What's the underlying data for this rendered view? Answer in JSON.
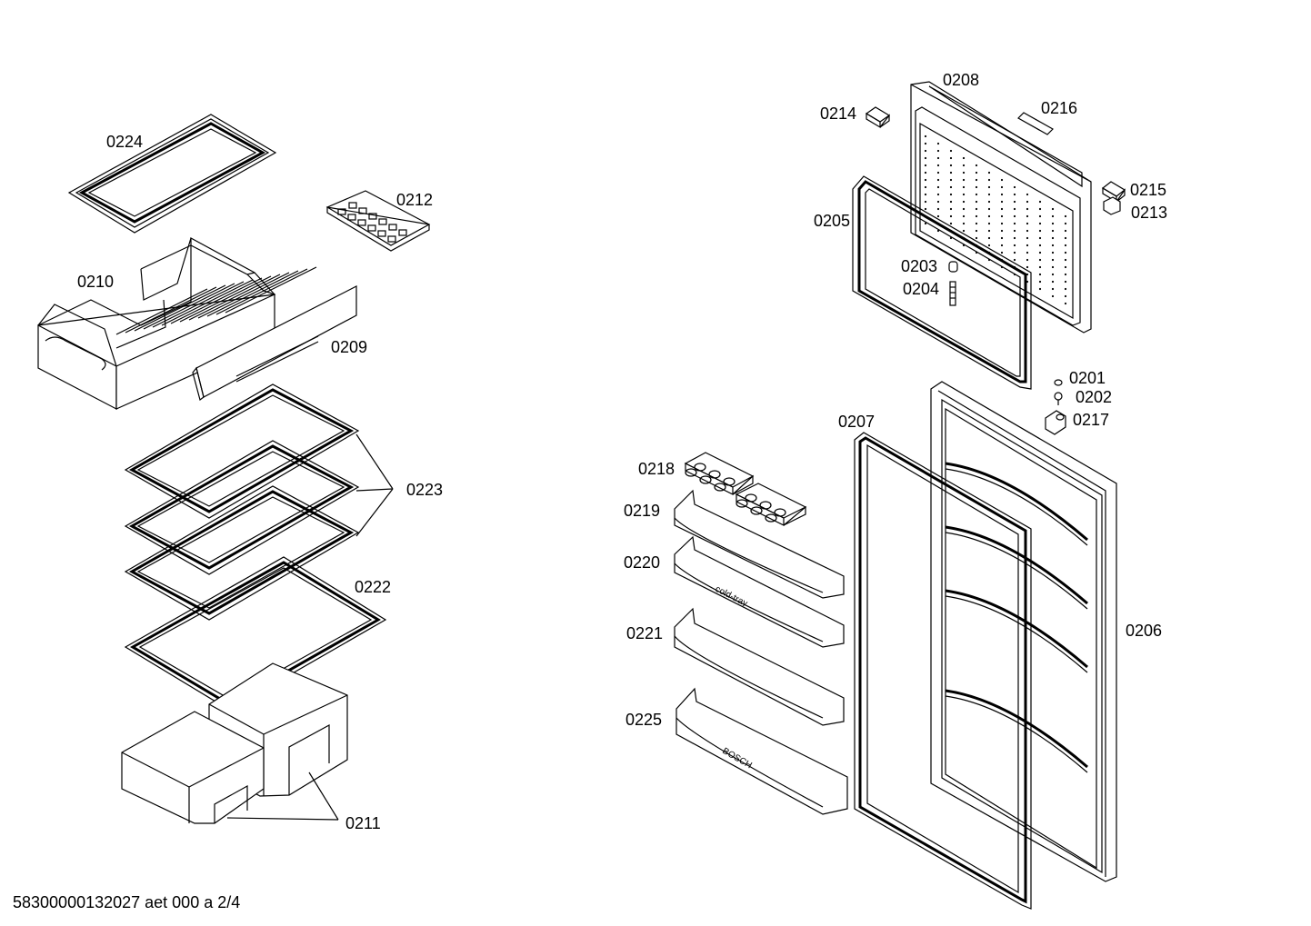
{
  "labels": {
    "l0224": "0224",
    "l0212": "0212",
    "l0210": "0210",
    "l0209": "0209",
    "l0223": "0223",
    "l0222": "0222",
    "l0211": "0211",
    "l0208": "0208",
    "l0214": "0214",
    "l0216": "0216",
    "l0215": "0215",
    "l0213": "0213",
    "l0205": "0205",
    "l0203": "0203",
    "l0204": "0204",
    "l0201": "0201",
    "l0202": "0202",
    "l0217": "0217",
    "l0207": "0207",
    "l0218": "0218",
    "l0219": "0219",
    "l0220": "0220",
    "l0221": "0221",
    "l0225": "0225",
    "l0206": "0206"
  },
  "imprints": {
    "cold_tray": "cold-tray",
    "bosch": "BOSCH"
  },
  "footer": "58300000132027 aet 000 a 2/4"
}
